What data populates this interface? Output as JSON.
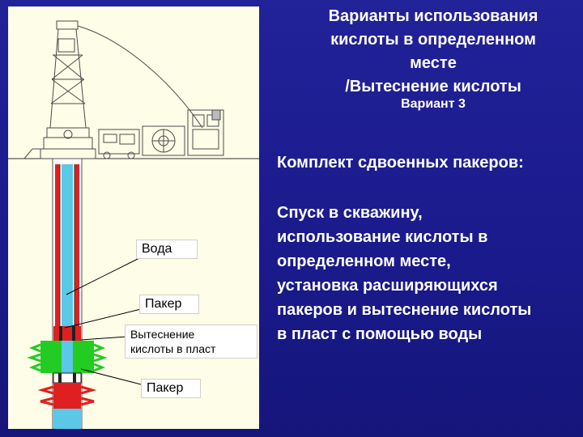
{
  "title": {
    "line1": "Варианты использования",
    "line2": "кислоты в определенном",
    "line3": "месте",
    "line4": "/Вытеснение кислоты"
  },
  "variant": "Вариант 3",
  "set_heading": "Комплект сдвоенных пакеров:",
  "description": {
    "line1": "Спуск в скважину,",
    "line2": "использование кислоты в",
    "line3": "определенном месте,",
    "line4": "установка расширяющихся",
    "line5": "пакеров и вытеснение кислоты",
    "line6": "в пласт с помощью воды"
  },
  "labels": {
    "water": "Вода",
    "packer_top": "Пакер",
    "displacement_line1": "Вытеснение",
    "displacement_line2": "кислоты в пласт",
    "packer_bottom": "Пакер"
  },
  "colors": {
    "background": "#1a1a94",
    "panel": "#fefde8",
    "water": "#5ac8e6",
    "acid": "#e02020",
    "packer": "#22cc22",
    "text": "#ffffff"
  }
}
